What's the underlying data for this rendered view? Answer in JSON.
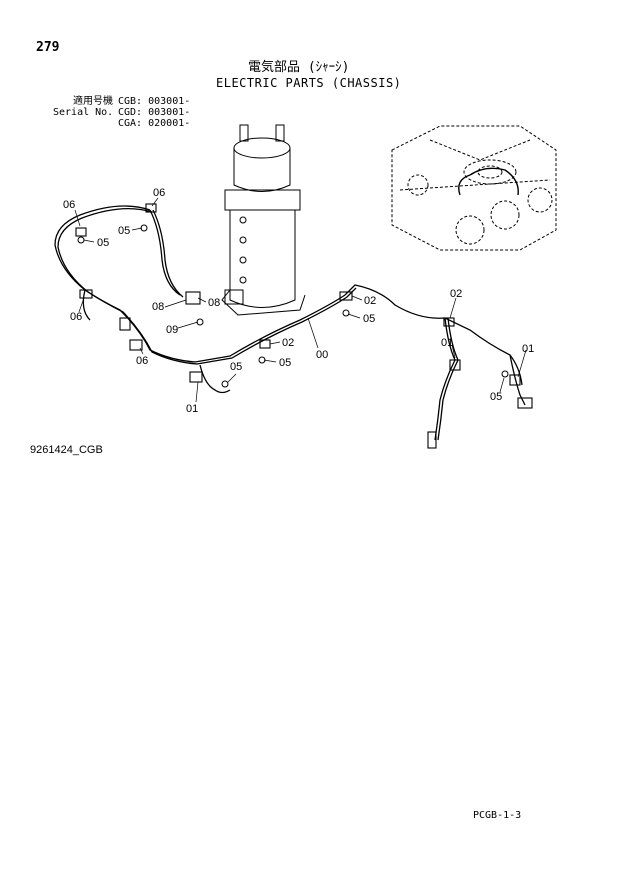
{
  "page_number": "279",
  "title_jp": "電気部品 (ｼｬｰｼ)",
  "title_en": "ELECTRIC PARTS (CHASSIS)",
  "serial": {
    "label_jp": "適用号機",
    "label_en": "Serial No.",
    "rows": [
      {
        "model": "CGB:",
        "value": "003001-"
      },
      {
        "model": "CGD:",
        "value": "003001-"
      },
      {
        "model": "CGA:",
        "value": "020001-"
      }
    ]
  },
  "callouts": [
    "06",
    "06",
    "05",
    "05",
    "06",
    "08",
    "08",
    "09",
    "06",
    "05",
    "01",
    "02",
    "05",
    "02",
    "05",
    "00",
    "02",
    "01",
    "01",
    "05"
  ],
  "drawing_code": "9261424_CGB",
  "footer_code": "PCGB-1-3"
}
